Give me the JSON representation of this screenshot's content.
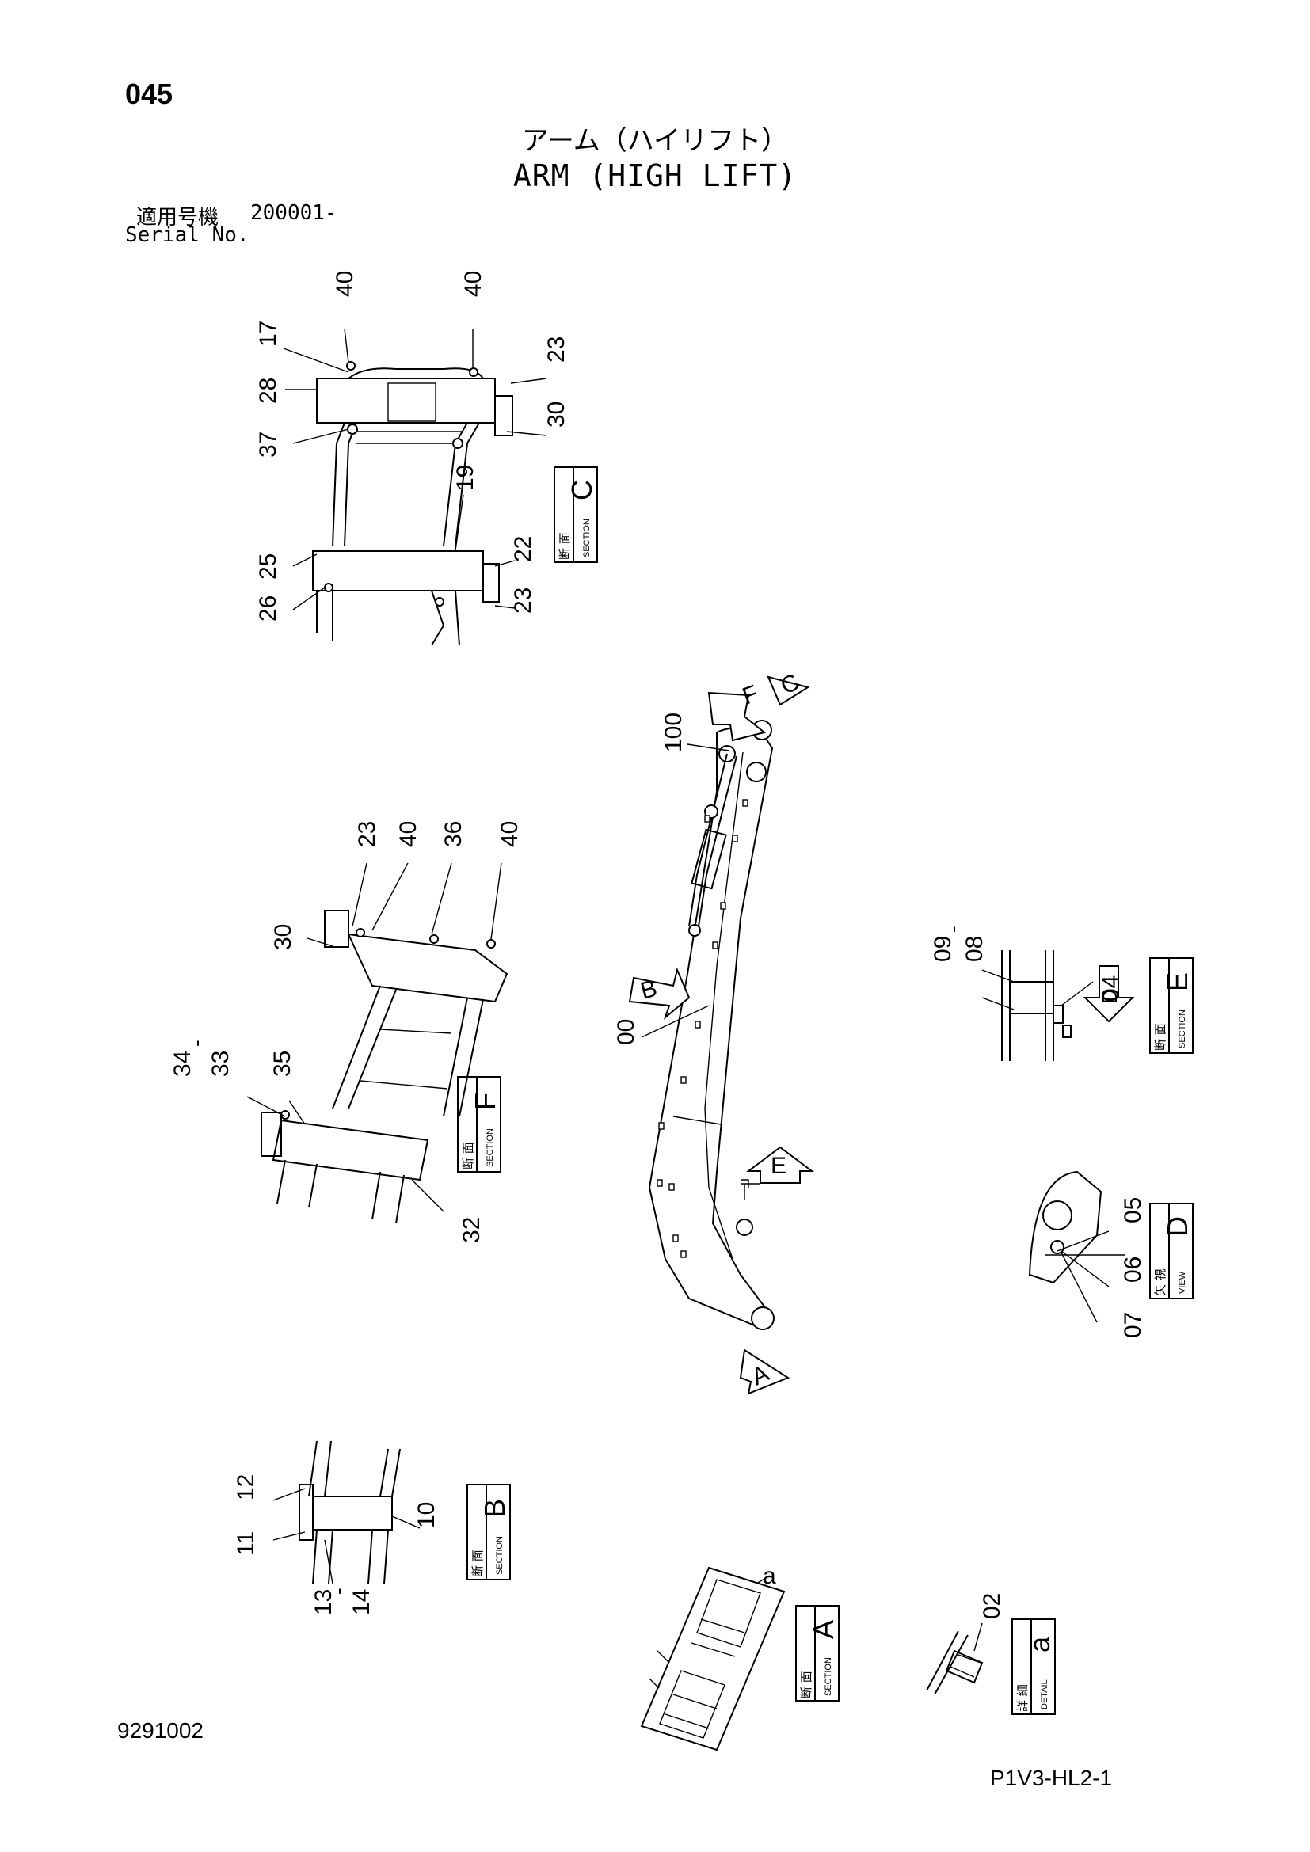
{
  "page_number": "045",
  "title_jp": "アーム（ハイリフト）",
  "title_en": "ARM (HIGH LIFT)",
  "serial_label_jp": "適用号機",
  "serial_value": "200001-",
  "serial_label_en": "Serial No.",
  "document_number": "9291002",
  "plate_number": "P1V3-HL2-1",
  "section_c": {
    "box": {
      "kind_jp": "断 面",
      "kind_en": "SECTION",
      "letter": "C"
    },
    "labels": {
      "l40a": "40",
      "l40b": "40",
      "l17": "17",
      "l28": "28",
      "l37": "37",
      "l23a": "23",
      "l30": "30",
      "l19": "19",
      "l25": "25",
      "l26": "26",
      "l22": "22",
      "l23b": "23"
    }
  },
  "section_f": {
    "box": {
      "kind_jp": "断 面",
      "kind_en": "SECTION",
      "letter": "F"
    },
    "labels": {
      "l23": "23",
      "l40a": "40",
      "l36": "36",
      "l40b": "40",
      "l30": "30",
      "l34": "34",
      "l33": "33",
      "l35": "35",
      "l32": "32",
      "dash": "-"
    }
  },
  "main_view": {
    "labels": {
      "l100": "100",
      "l00": "00"
    },
    "arrows": {
      "a": "A",
      "b": "B",
      "c": "C",
      "e": "E",
      "f": "F"
    }
  },
  "section_e": {
    "box": {
      "kind_jp": "断 面",
      "kind_en": "SECTION",
      "letter": "E"
    },
    "labels": {
      "l09": "09",
      "l08": "08",
      "l04": "04",
      "dash": "-"
    },
    "arrow": "D"
  },
  "view_d": {
    "box": {
      "kind_jp": "矢 視",
      "kind_en": "VIEW",
      "letter": "D"
    },
    "labels": {
      "l05": "05",
      "l06": "06",
      "l07": "07"
    }
  },
  "section_b": {
    "box": {
      "kind_jp": "断 面",
      "kind_en": "SECTION",
      "letter": "B"
    },
    "labels": {
      "l12": "12",
      "l11": "11",
      "l10": "10",
      "l13": "13",
      "l14": "14",
      "dash": "-"
    }
  },
  "section_a": {
    "box": {
      "kind_jp": "断 面",
      "kind_en": "SECTION",
      "letter": "A"
    },
    "labels": {
      "la": "a"
    }
  },
  "detail_a": {
    "box": {
      "kind_jp": "詳 細",
      "kind_en": "DETAIL",
      "letter": "a"
    },
    "labels": {
      "l02": "02"
    }
  }
}
